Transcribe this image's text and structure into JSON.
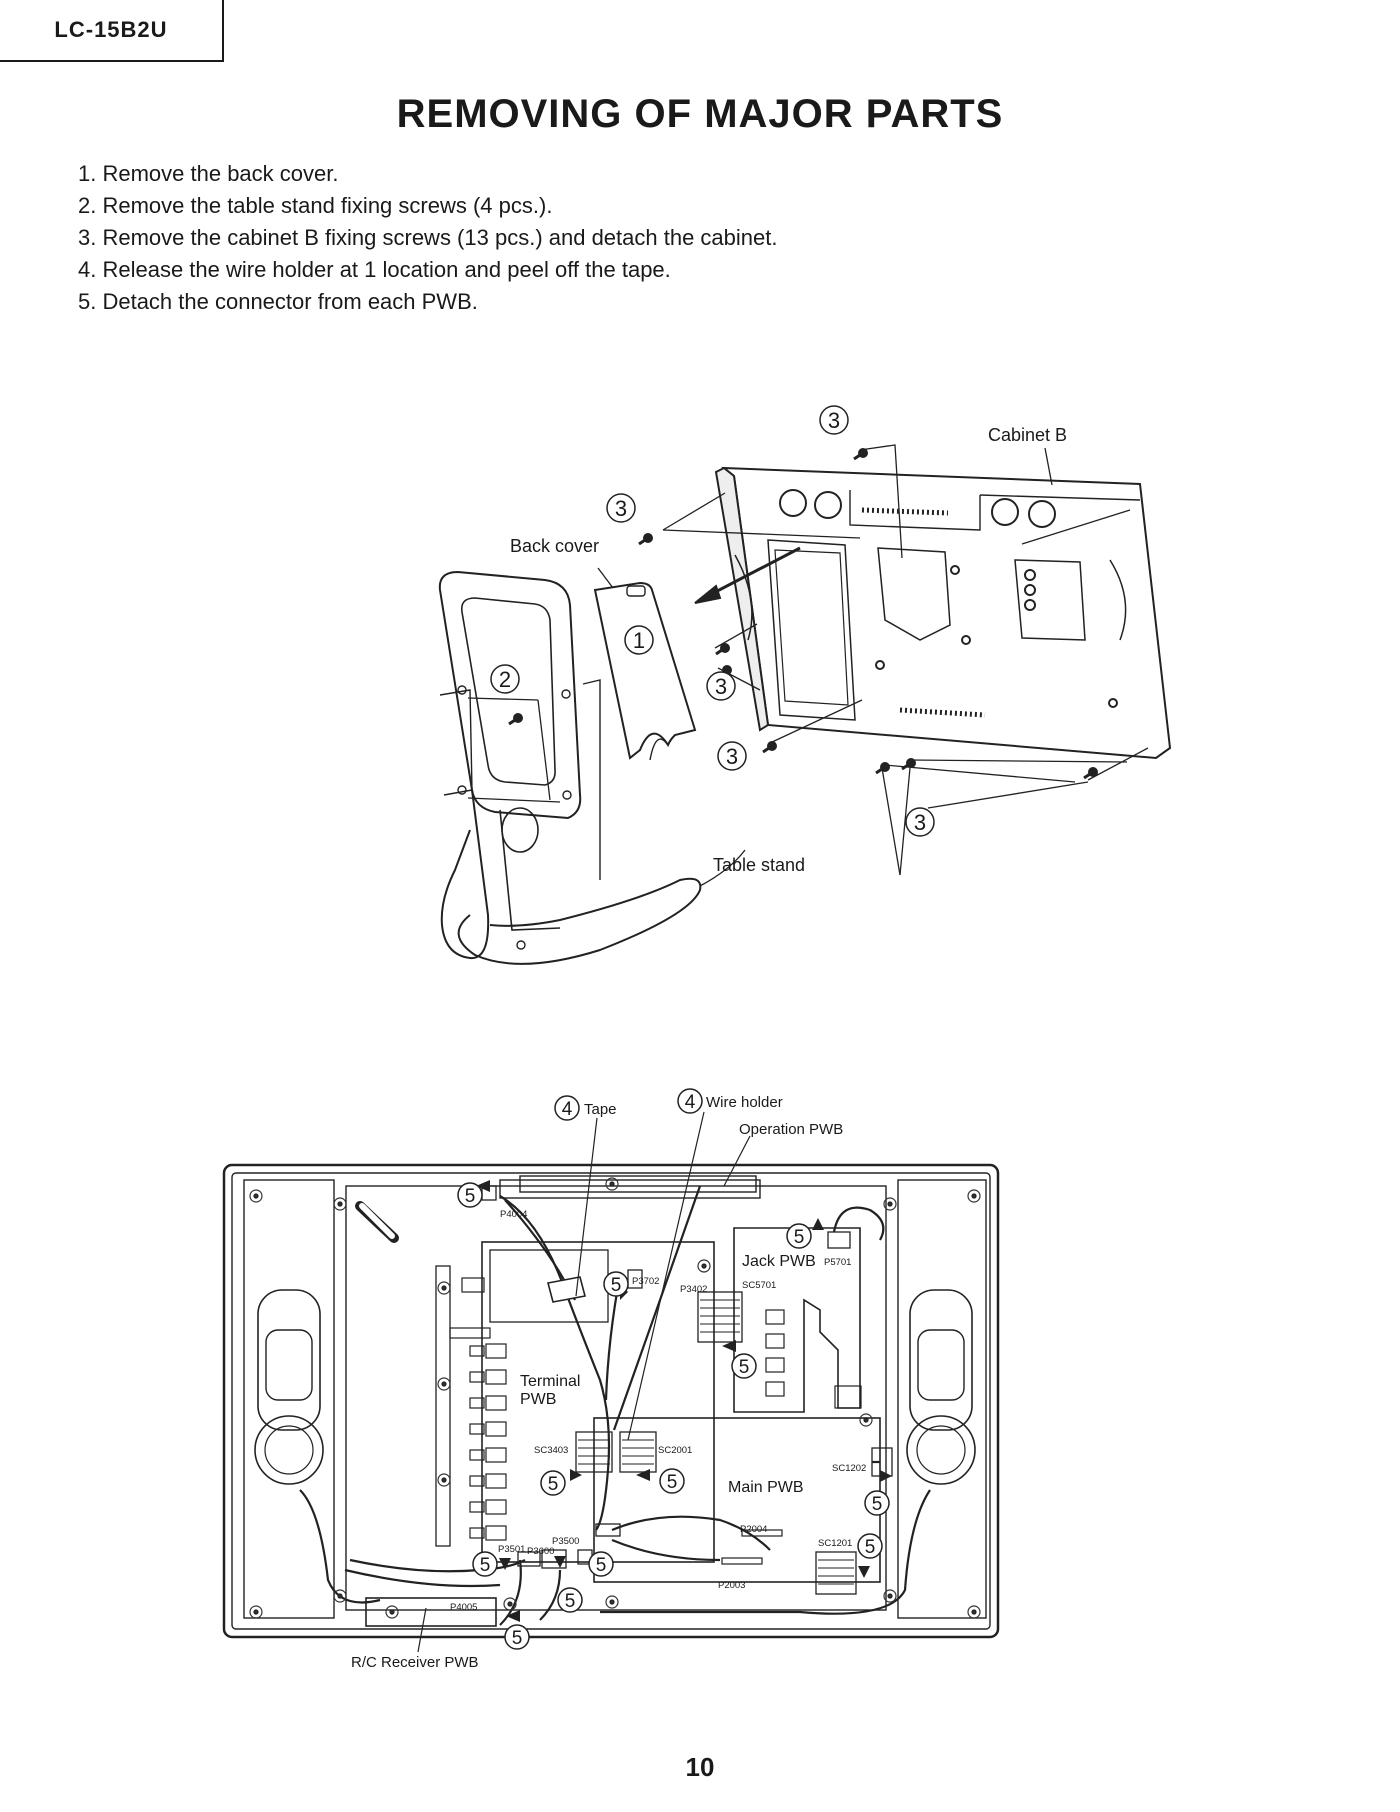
{
  "header": {
    "model": "LC-15B2U"
  },
  "title": "REMOVING OF MAJOR PARTS",
  "steps": [
    "1. Remove the back cover.",
    "2. Remove the table stand fixing screws (4 pcs.).",
    "3. Remove the cabinet B fixing screws (13 pcs.) and detach the cabinet.",
    "4. Release the wire holder at 1 location and peel off the tape.",
    "5. Detach the connector from each PWB."
  ],
  "figure1": {
    "labels": {
      "cabinet_b": "Cabinet B",
      "back_cover": "Back cover",
      "table_stand": "Table stand"
    },
    "callouts": {
      "one": "1",
      "two": "2",
      "three": "3"
    }
  },
  "figure2": {
    "labels": {
      "tape": "Tape",
      "wire_holder": "Wire holder",
      "operation_pwb": "Operation PWB",
      "jack_pwb": "Jack PWB",
      "terminal_pwb_1": "Terminal",
      "terminal_pwb_2": "PWB",
      "main_pwb": "Main PWB",
      "rc_receiver_pwb": "R/C Receiver PWB"
    },
    "connectors": {
      "p4004": "P4004",
      "p3702": "P3702",
      "p3402": "P3402",
      "sc5701": "SC5701",
      "p5701": "P5701",
      "sc3403": "SC3403",
      "sc2001": "SC2001",
      "sc1202": "SC1202",
      "p2004": "P2004",
      "sc1201": "SC1201",
      "p3501": "P3501",
      "p3600": "P3600",
      "p3500": "P3500",
      "p2003": "P2003",
      "p4005": "P4005"
    },
    "callouts": {
      "four": "4",
      "five": "5"
    }
  },
  "page_number": "10"
}
